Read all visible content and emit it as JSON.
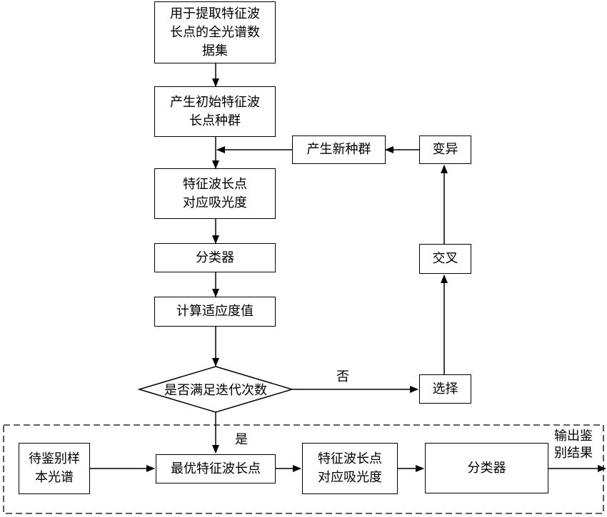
{
  "nodes": {
    "dataset": "用于提取特征波\n长点的全光谱数\n据集",
    "init_population": "产生初始特征波\n长点种群",
    "absorbance": "特征波长点\n对应吸光度",
    "classifier": "分类器",
    "fitness": "计算适应度值",
    "decision": "是否满足迭代次数",
    "select": "选择",
    "crossover": "交叉",
    "mutation": "变异",
    "new_population": "产生新种群",
    "sample_spectrum": "待鉴别样\n本光谱",
    "best_points": "最优特征波长点",
    "absorbance2": "特征波长点\n对应吸光度",
    "classifier2": "分类器",
    "output": "输出鉴\n别结果"
  },
  "edges": {
    "no": "否",
    "yes": "是"
  }
}
